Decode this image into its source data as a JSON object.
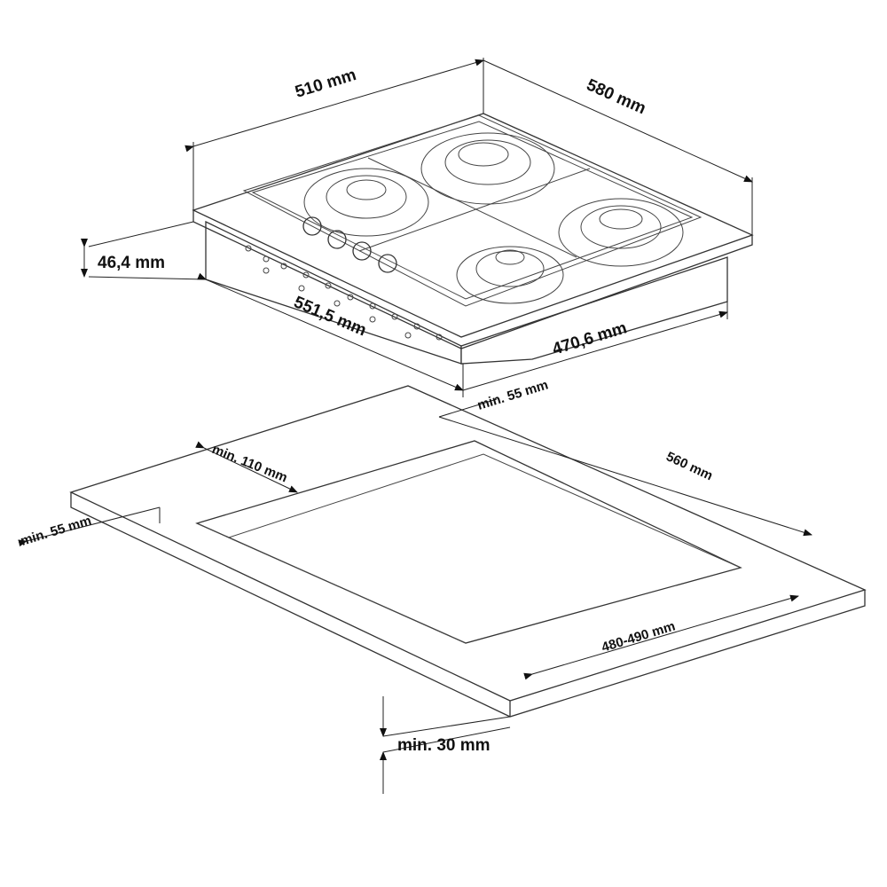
{
  "dimensions": {
    "hob_width": "510 mm",
    "hob_depth": "580 mm",
    "hob_height": "46,4 mm",
    "cutout_side_bottom": "551,5 mm",
    "cutout_front_bottom": "470,6 mm",
    "min_rear_gap": "min. 55 mm",
    "min_back_wall": "min. 110 mm",
    "cutout_depth": "560 mm",
    "min_side_gap": "min. 55 mm",
    "cutout_width": "480-490 mm",
    "min_worktop_thickness": "min. 30 mm"
  },
  "colors": {
    "line": "#333333",
    "text": "#111111"
  }
}
